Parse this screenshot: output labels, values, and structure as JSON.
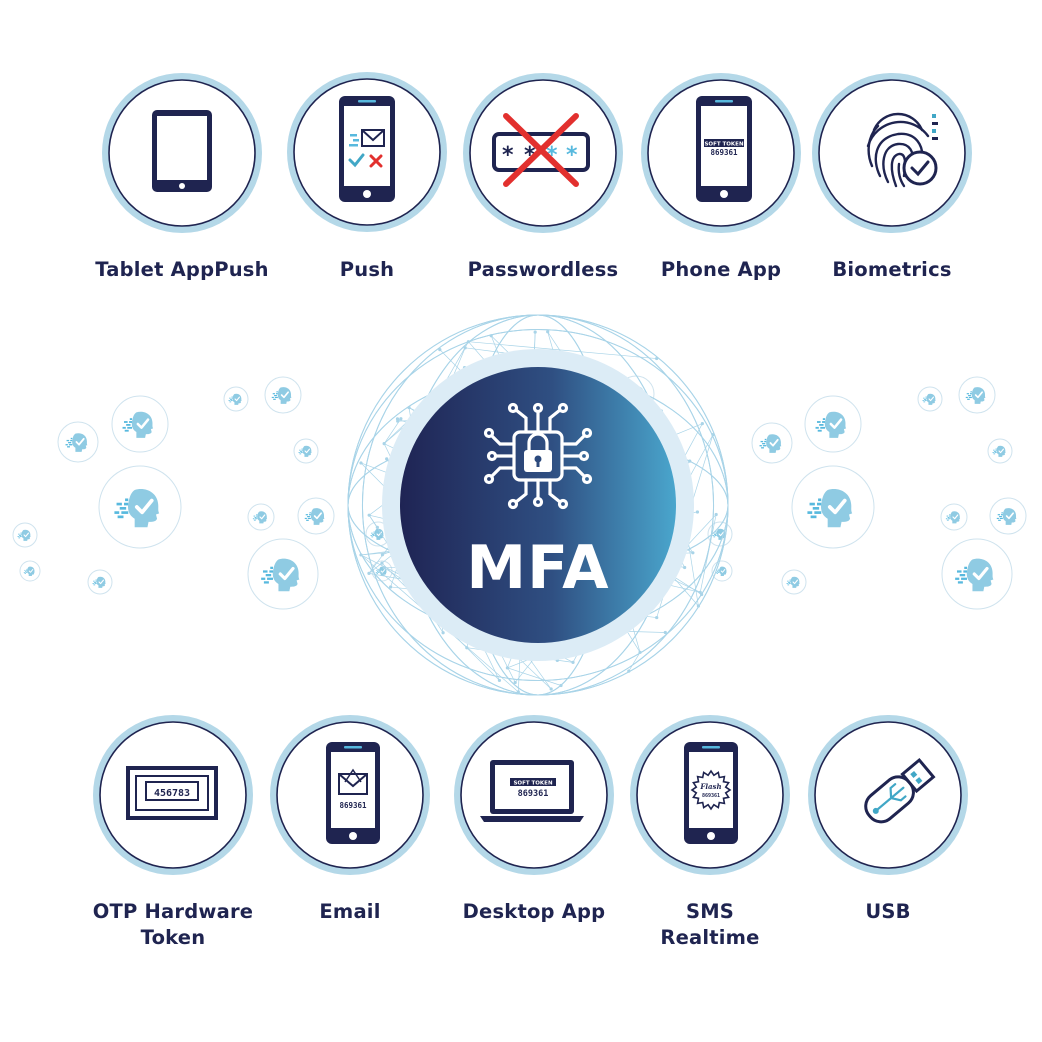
{
  "center": {
    "label": "MFA"
  },
  "colors": {
    "navy": "#1f2450",
    "ring": "#b4d8e8",
    "accent": "#58b9de",
    "red": "#e2302e",
    "check": "#41a7c6"
  },
  "top_methods": [
    {
      "label": "Tablet AppPush",
      "icon": "tablet-icon"
    },
    {
      "label": "Push",
      "icon": "phone-push-icon"
    },
    {
      "label": "Passwordless",
      "icon": "crossed-password-icon"
    },
    {
      "label": "Phone App",
      "icon": "phone-soft-token-icon",
      "screen_caption": "SOFT TOKEN",
      "screen_code": "869361"
    },
    {
      "label": "Biometrics",
      "icon": "fingerprint-check-icon"
    }
  ],
  "bottom_methods": [
    {
      "label": "OTP Hardware\nToken",
      "icon": "hardware-token-icon",
      "screen_code": "456783"
    },
    {
      "label": "Email",
      "icon": "phone-email-icon",
      "screen_code": "869361"
    },
    {
      "label": "Desktop App",
      "icon": "laptop-soft-token-icon",
      "screen_caption": "SOFT TOKEN",
      "screen_code": "869361"
    },
    {
      "label": "SMS\nRealtime",
      "icon": "phone-flash-sms-icon",
      "screen_caption": "Flash",
      "screen_code": "869361"
    },
    {
      "label": "USB",
      "icon": "usb-drive-icon"
    }
  ]
}
